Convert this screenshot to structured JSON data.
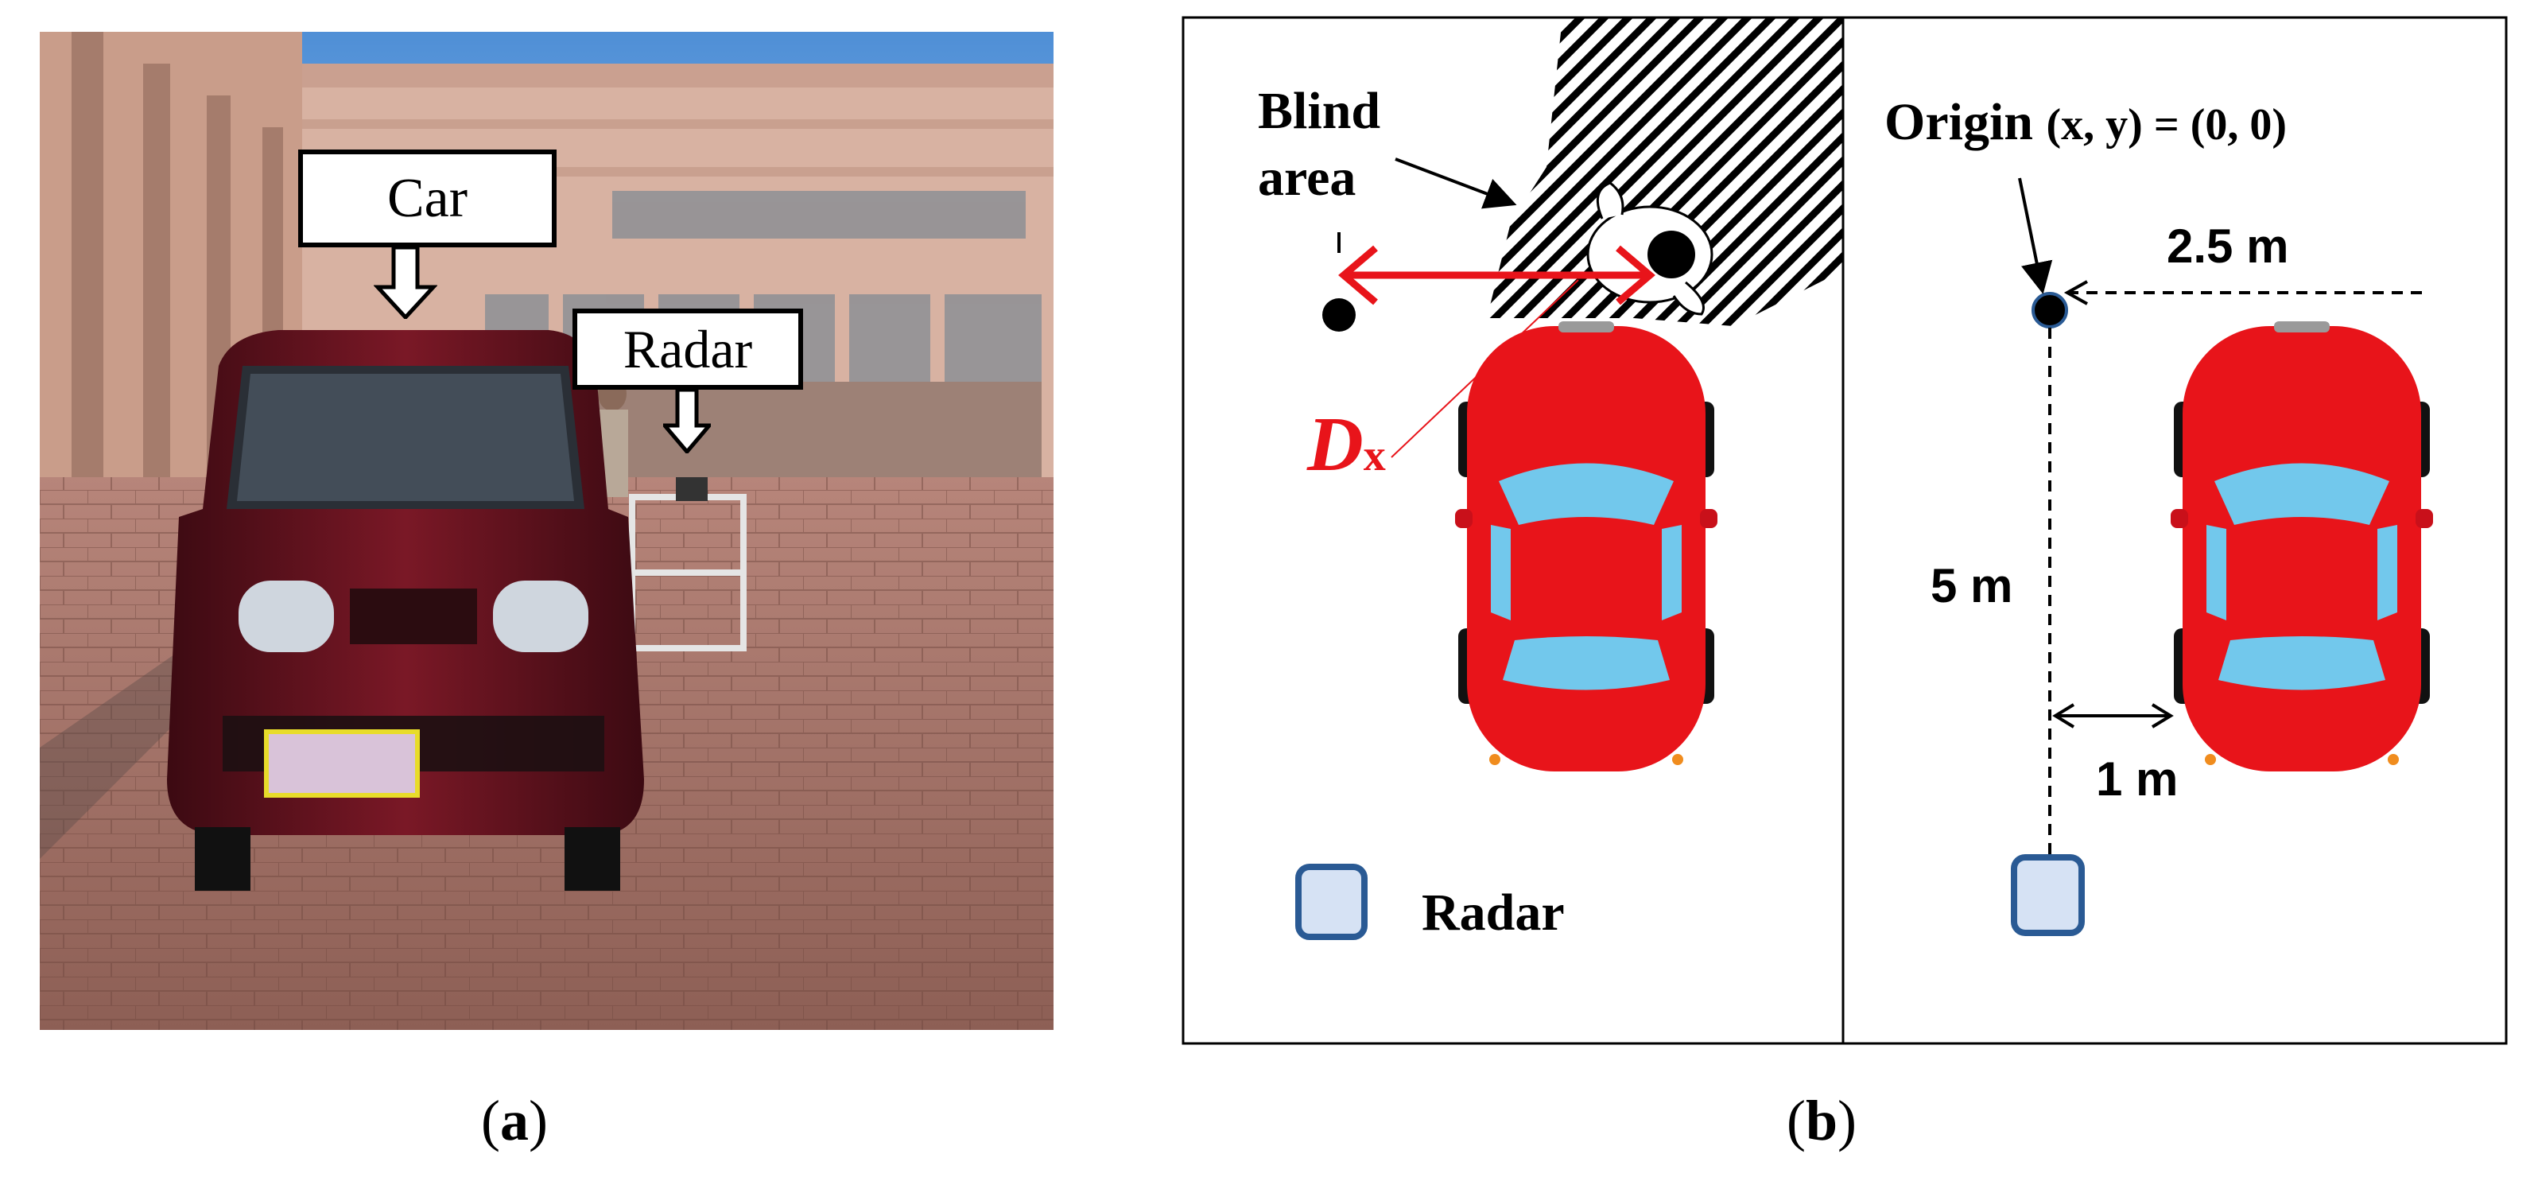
{
  "panel_a": {
    "caption_letter": "a",
    "label_car": "Car",
    "label_radar": "Radar"
  },
  "panel_b": {
    "caption_letter": "b",
    "blind_line1": "Blind",
    "blind_line2": "area",
    "dx_main": "D",
    "dx_sub": "x",
    "radar_label": "Radar",
    "origin_word": "Origin",
    "origin_coords": "(x, y) = (0, 0)",
    "dist_2_5": "2.5 m",
    "dist_5": "5 m",
    "dist_1": "1 m"
  },
  "colors": {
    "car_red": "#e8141a",
    "glass_blue": "#72c8ec",
    "radar_fill": "#d6e2f4",
    "radar_stroke": "#2a5a94",
    "arrow_red": "#e8141a"
  }
}
